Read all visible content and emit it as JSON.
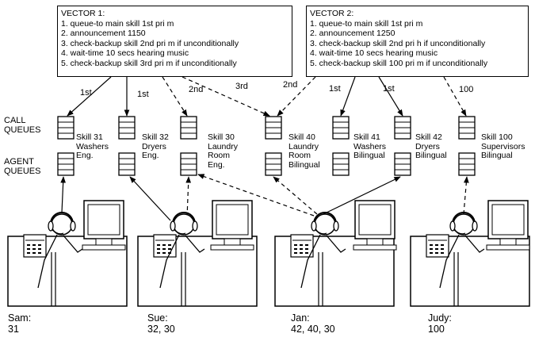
{
  "vectors": [
    {
      "title": "VECTOR 1:",
      "lines": [
        "1. queue-to main skill 1st pri m",
        "2. announcement 1150",
        "3. check-backup skill 2nd pri m if unconditionally",
        "4. wait-time 10 secs hearing music",
        "5. check-backup skill 3rd pri m if unconditionally"
      ]
    },
    {
      "title": "VECTOR 2:",
      "lines": [
        "1. queue-to main skill 1st pri m",
        "2. announcement 1250",
        "3. check-backup skill 2nd pri h if unconditionally",
        "4. wait-time 10 secs hearing music",
        "5. check-backup skill 100 pri m if unconditionally"
      ]
    }
  ],
  "row_labels": {
    "call_queues": [
      "CALL",
      "QUEUES"
    ],
    "agent_queues": [
      "AGENT",
      "QUEUES"
    ]
  },
  "queue_priorities": [
    "1st",
    "1st",
    "2nd",
    "3rd",
    "2nd",
    "1st",
    "1st",
    "100"
  ],
  "skills": [
    {
      "lines": [
        "Skill 31",
        "Washers",
        "Eng."
      ]
    },
    {
      "lines": [
        "Skill 32",
        "Dryers",
        "Eng."
      ]
    },
    {
      "lines": [
        "Skill 30",
        "Laundry",
        "Room",
        "Eng."
      ]
    },
    {
      "lines": [
        "Skill 40",
        "Laundry",
        "Room",
        "Bilingual"
      ]
    },
    {
      "lines": [
        "Skill 41",
        "Washers",
        "Bilingual"
      ]
    },
    {
      "lines": [
        "Skill 42",
        "Dryers",
        "Bilingual"
      ]
    },
    {
      "lines": [
        "Skill 100",
        "Supervisors",
        "Bilingual"
      ]
    }
  ],
  "agents": [
    {
      "name": "Sam:",
      "skills": "31"
    },
    {
      "name": "Sue:",
      "skills": "32, 30"
    },
    {
      "name": "Jan:",
      "skills": "42, 40, 30"
    },
    {
      "name": "Judy:",
      "skills": "100"
    }
  ],
  "line_styles": {
    "primary": "solid",
    "backup": "dashed"
  }
}
